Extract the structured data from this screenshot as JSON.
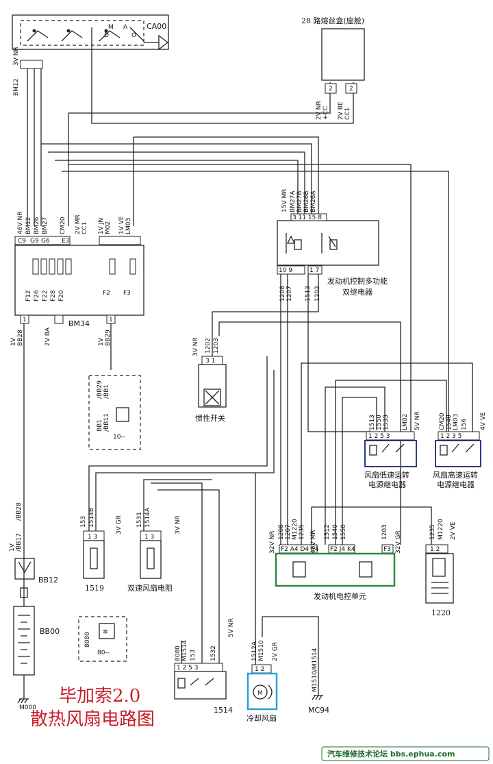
{
  "title": {
    "line1": "毕加索2.0",
    "line2": "散热风扇电路图"
  },
  "watermark": "汽车维修技术论坛 bbs.ephua.com",
  "components": {
    "ignition_switch": {
      "code": "CA00",
      "pos_m": "M",
      "pos_a": "A",
      "pos_d": "D",
      "pos_o": "O"
    },
    "fuse_box_28": {
      "label": "28 路熔丝盒(座舱)",
      "w1_color": "2V NR",
      "w1_sig": "+CC",
      "w1_pin": "2",
      "w2_color": "2V BE",
      "w2_sig": "CC1",
      "w2_pin": "2"
    },
    "bm34": {
      "code": "BM34",
      "top_c1": "46V NR",
      "top_c1_wires": [
        "BM12",
        "BM26",
        "BM27"
      ],
      "top_cm20": "CM20",
      "top_c2": "2V MR",
      "top_cc1": "CC1",
      "top_c3": "1V JN",
      "top_m02": "M02",
      "top_c4": "1V VE",
      "top_lm03": "LM03",
      "pins_top": [
        "C9",
        "G9",
        "G6",
        "E3"
      ],
      "fuses": [
        "F12",
        "F26",
        "F22",
        "F28",
        "F20",
        "F2",
        "F3"
      ],
      "bottom_left": "1V",
      "bottom_left_wire": "BB28",
      "bottom_mid": "2V BA",
      "bottom_right": "1V",
      "bottom_right_wire": "BB29",
      "pin1": "1"
    },
    "bb_connector": {
      "wires": [
        "BB1",
        "/BB11",
        "/BB29",
        "/BB1"
      ],
      "code": "10--"
    },
    "engine_relay": {
      "label1": "发动机控制多功能",
      "label2": "双继电器",
      "top": "15V MR",
      "wires": [
        "BM27A",
        "BM27B",
        "BM26B",
        "BM26A"
      ],
      "pins_top": [
        "3",
        "11",
        "15",
        "8"
      ],
      "pins_bot": [
        "10",
        "9",
        "1",
        "7"
      ],
      "bot_wires": [
        "1208",
        "1207",
        "1513",
        "1202"
      ]
    },
    "inertia_switch": {
      "label": "惯性开关",
      "color": "3V NR",
      "wires": [
        "1202",
        "1203"
      ],
      "pins": [
        "3",
        "1"
      ]
    },
    "fan_low_relay": {
      "label1": "风扇低速运转",
      "label2": "电源继电器",
      "wires": [
        "1513",
        "1550",
        "1533",
        "LM02"
      ],
      "pins": [
        "1",
        "2",
        "5",
        "3"
      ],
      "color": "5V NR"
    },
    "fan_high_relay": {
      "label1": "风扇高速运转",
      "label2": "电源继电器",
      "wires": [
        "CM20",
        "1540",
        "LM03",
        "156"
      ],
      "pins": [
        "1",
        "2",
        "3",
        "5"
      ],
      "color": "4V VE"
    },
    "r1519": {
      "code": "1519",
      "wires": [
        "153",
        "1514B"
      ],
      "pins": [
        "1",
        "3"
      ],
      "color": "3V GR"
    },
    "dual_speed_resistor": {
      "label": "双速风扇电阻",
      "wires": [
        "1531",
        "1514A"
      ],
      "pins": [
        "1",
        "3"
      ],
      "color": "3V NR"
    },
    "ecu": {
      "label": "发动机电控单元",
      "left_color": "32V NR",
      "right_color": "32V GR",
      "mid_color": "48V MR",
      "wires": [
        "1208",
        "1207",
        "M1220",
        "1235",
        "1512",
        "1540",
        "1550",
        "1203"
      ],
      "pins": [
        "F2",
        "A4",
        "D4",
        "E4",
        "F2",
        "J4",
        "K4",
        "F3"
      ]
    },
    "sensor_1220": {
      "code": "1220",
      "wires": [
        "1235",
        "M1220"
      ],
      "pins": [
        "1",
        "2"
      ],
      "color": "2V VE"
    },
    "battery": {
      "bb17": "/BB17",
      "bb28": "/BB28",
      "color": "1V",
      "bb12": "BB12",
      "bb00": "BB00",
      "ground": "M000"
    },
    "ac_8080": {
      "wire": "8080",
      "code": "80--"
    },
    "relay_1514": {
      "code": "1514",
      "wires": [
        "8080",
        "M1514",
        "153",
        "1532"
      ],
      "pins": [
        "1",
        "2",
        "5",
        "3"
      ],
      "color": "5V NR"
    },
    "cooling_fan": {
      "label": "冷却风扇",
      "wires": [
        "1512A",
        "M1510"
      ],
      "pins": [
        "1",
        "2"
      ],
      "color": "2V GR",
      "motor": "M"
    },
    "ground_mc94": {
      "code": "MC94",
      "wire": "M1510/M1514"
    }
  }
}
